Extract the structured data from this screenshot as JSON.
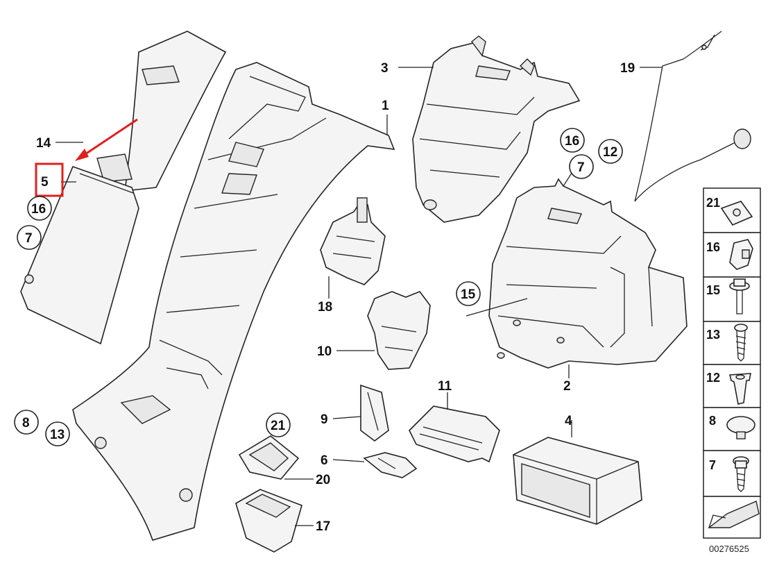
{
  "diagram": {
    "callouts": {
      "c1": "1",
      "c2": "2",
      "c3": "3",
      "c4": "4",
      "c5": "5",
      "c6": "6",
      "c9": "9",
      "c10": "10",
      "c11": "11",
      "c14": "14",
      "c17": "17",
      "c18": "18",
      "c19": "19",
      "c20": "20"
    },
    "circled": {
      "c16a": "16",
      "c7a": "7",
      "c8": "8",
      "c13": "13",
      "c21": "21",
      "c15": "15",
      "c16b": "16",
      "c12": "12",
      "c7b": "7"
    },
    "legend": [
      "21",
      "16",
      "15",
      "13",
      "12",
      "8",
      "7"
    ],
    "document_number": "00276525",
    "highlight_color": "#e02020"
  }
}
